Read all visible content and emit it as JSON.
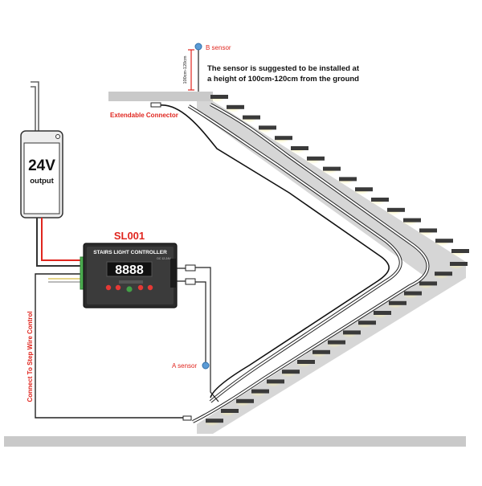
{
  "psu": {
    "voltage": "24V",
    "label": "output"
  },
  "controller": {
    "model": "SL001",
    "title": "STAIRS LIGHT CONTROLLER",
    "display": "8888",
    "model_small": "DC 12-24V"
  },
  "labels": {
    "b_sensor": "B sensor",
    "a_sensor": "A sensor",
    "install_note_line1": "The sensor is suggested to be installed at",
    "install_note_line2": "a height of 100cm-120cm from the ground",
    "height_marker": "100cm-120cm",
    "extendable_connector": "Extendable Connector",
    "step_wire": "Connect To Step Wire Control"
  },
  "colors": {
    "red_label": "#e0261f",
    "sensor_blue": "#5b9bd5",
    "stair_gray": "#c8c8c8",
    "step_dark": "#3a3a3a",
    "led_glow": "#f5e26a"
  }
}
